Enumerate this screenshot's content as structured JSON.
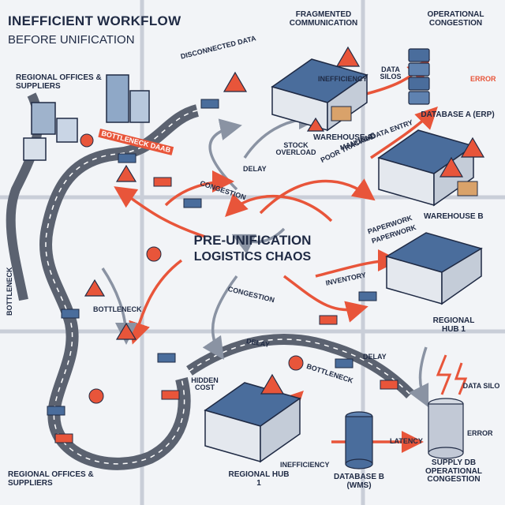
{
  "title": {
    "line1": "INEFFICIENT WORKFLOW",
    "line2": "BEFORE UNIFICATION"
  },
  "center": {
    "line1": "PRE-UNIFICATION",
    "line2": "LOGISTICS CHAOS"
  },
  "labels": {
    "regional_offices_top": "REGIONAL OFFICES & SUPPLIERS",
    "regional_offices_bottom": "REGIONAL OFFICES & SUPPLIERS",
    "fragmented_communication": "FRAGMENTED COMMUNICATION",
    "operational_congestion_top": "OPERATIONAL CONGESTION",
    "disconnected_data": "DISCONNECTED DATA",
    "data_silos": "DATA SILOS",
    "error_top": "ERROR",
    "database_a": "DATABASE A (ERP)",
    "inefficiency_top": "INEFFICIENCY",
    "warehouse_a": "WAREHOUSE A",
    "bottleneck_banner": "BOTTLENECK DAAB",
    "stock_overload": "STOCK OVERLOAD",
    "poor_tracking": "POOR TRACKING",
    "manual_data_entry": "MANUAL DATA ENTRY",
    "delay_top": "DELAY",
    "congestion_left": "CONGESTION",
    "warehouse_b": "WAREHOUSE B",
    "paperwork_1": "PAPERWORK",
    "paperwork_2": "PAPERWORK",
    "inventory": "INVENTORY",
    "regional_hub_right": "REGIONAL HUB 1",
    "congestion_center": "CONGESTION",
    "bottleneck_vertical": "BOTTLENECK",
    "bottleneck_left": "BOTTLENECK",
    "delay_center": "DELAY",
    "delay_right": "DELAY",
    "bottleneck_right": "BOTTLENECK",
    "hidden_cost": "HIDDEN COST",
    "data_silo_right": "DATA SILO",
    "error_right": "ERROR",
    "latency": "LATENCY",
    "inefficiency_bottom": "INEFFICIENCY",
    "regional_hub_bottom": "REGIONAL HUB 1",
    "database_b": "DATABASE B (WMS)",
    "supply_db": "SUPPLY DB OPERATIONAL CONGESTION"
  },
  "colors": {
    "accent": "#e8553a",
    "navy": "#1f2a44",
    "roof_blue": "#4a6d9c",
    "background": "#f2f4f7"
  }
}
